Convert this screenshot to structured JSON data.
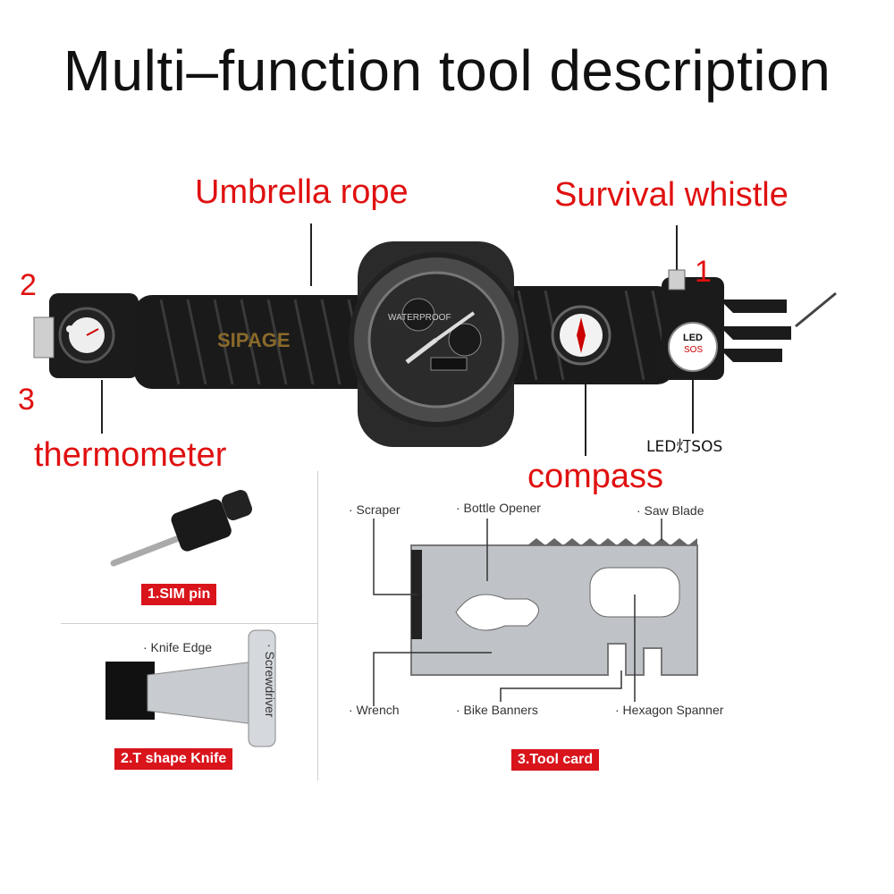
{
  "title": "Multi–function tool description",
  "labels": {
    "umbrella_rope": "Umbrella rope",
    "survival_whistle": "Survival whistle",
    "thermometer": "thermometer",
    "compass": "compass",
    "led_sos": "LED灯SOS",
    "num_1": "1",
    "num_2": "2",
    "num_3": "3"
  },
  "watch": {
    "brand": "SIPAGE",
    "waterproof": "WATERPROOF",
    "led_badge_top": "LED",
    "led_badge_mid": "SOS"
  },
  "tools": {
    "sim_pin": "1.SIM pin",
    "t_knife": "2.T shape Knife",
    "tool_card": "3.Tool card",
    "knife_edge": "· Knife Edge",
    "screwdriver": "· Screwdriver",
    "scraper": "· Scraper",
    "bottle_opener": "· Bottle Opener",
    "saw_blade": "· Saw Blade",
    "wrench": "· Wrench",
    "bike_banners": "· Bike Banners",
    "hexagon_spanner": "· Hexagon Spanner"
  },
  "colors": {
    "accent_red": "#e01010",
    "tag_red": "#d9141b",
    "strap": "#1a1a1a",
    "steel": "#b9bcc0"
  }
}
